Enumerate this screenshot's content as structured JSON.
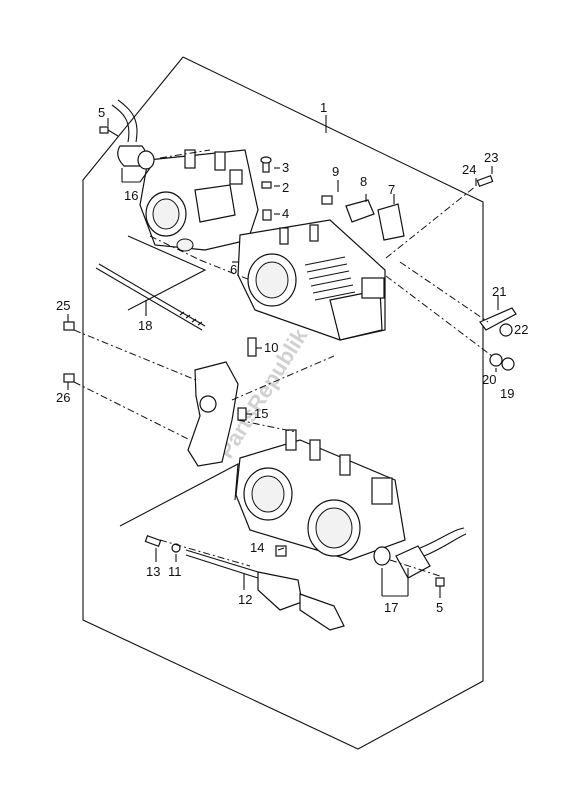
{
  "watermark": "PartsRepublik",
  "callouts": [
    "1",
    "2",
    "3",
    "4",
    "5",
    "5",
    "6",
    "7",
    "8",
    "9",
    "10",
    "11",
    "12",
    "13",
    "14",
    "15",
    "16",
    "17",
    "18",
    "19",
    "20",
    "21",
    "22",
    "23",
    "24",
    "25",
    "26"
  ]
}
